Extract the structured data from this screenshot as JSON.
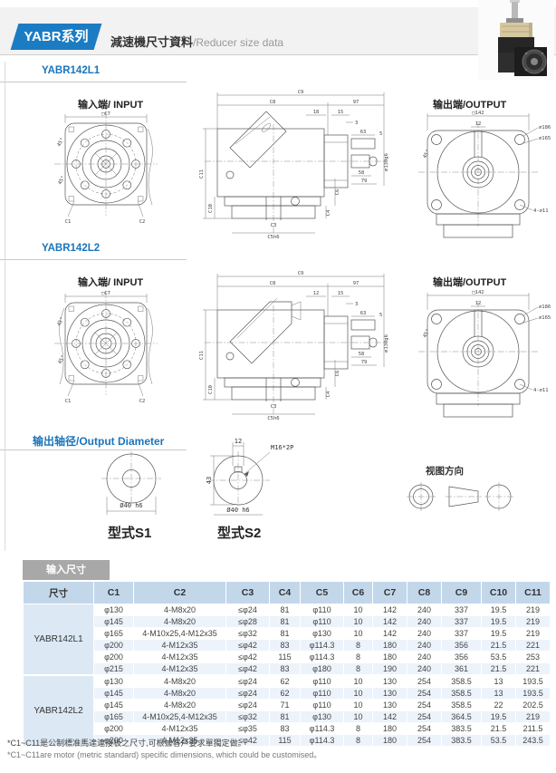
{
  "header": {
    "badge": "YABR系列",
    "title_zh": "減速機尺寸資料",
    "title_en": "/Reducer size data"
  },
  "sections": {
    "l1_title": "YABR142L1",
    "l2_title": "YABR142L2",
    "shaft_title": "输出轴径/Output Diameter"
  },
  "labels": {
    "input": "输入端/ INPUT",
    "output": "输出端/OUTPUT",
    "type_s1": "型式S1",
    "type_s2": "型式S2",
    "view_dir": "视图方向"
  },
  "dims": {
    "input_view": {
      "top": "□C7",
      "c1": "C1",
      "c2": "C2",
      "a45": "45°",
      "a45b": "45°"
    },
    "output_view": {
      "top": "□142",
      "slot": "12",
      "d186": "⌀186",
      "d165": "⌀165",
      "holes": "4-⌀11",
      "a45": "45°"
    },
    "side_l1": {
      "c9": "C9",
      "c8": "C8",
      "d97": "97",
      "s1": "18",
      "s2": "15",
      "s3": "3",
      "k63": "63",
      "k5": "5",
      "k58": "58",
      "k79": "79",
      "shaft": "⌀130g6",
      "c11": "C11",
      "c10": "C10",
      "c3": "C3",
      "c5": "C5h6",
      "c4": "C4",
      "c6": "C6"
    },
    "side_l2": {
      "c9": "C9",
      "c8": "C8",
      "d97": "97",
      "s1": "12",
      "s2": "15",
      "s3": "3",
      "k63": "63",
      "k5": "5",
      "k58": "58",
      "k79": "79",
      "shaft": "⌀130g6",
      "c11": "C11",
      "c10": "C10",
      "c3": "C3",
      "c5": "C5h6",
      "c4": "C4",
      "c6": "C6"
    },
    "s1": {
      "dia": "Ø40 h6"
    },
    "s2": {
      "dia": "Ø40 h6",
      "w": "12",
      "h": "43",
      "thread": "M16*2P"
    }
  },
  "table": {
    "tab": "输入尺寸",
    "headers": [
      "尺寸",
      "C1",
      "C2",
      "C3",
      "C4",
      "C5",
      "C6",
      "C7",
      "C8",
      "C9",
      "C10",
      "C11"
    ],
    "groups": [
      {
        "name": "YABR142L1",
        "rows": [
          [
            "φ130",
            "4-M8x20",
            "≤φ24",
            "81",
            "φ110",
            "10",
            "142",
            "240",
            "337",
            "19.5",
            "219"
          ],
          [
            "φ145",
            "4-M8x20",
            "≤φ28",
            "81",
            "φ110",
            "10",
            "142",
            "240",
            "337",
            "19.5",
            "219"
          ],
          [
            "φ165",
            "4-M10x25,4-M12x35",
            "≤φ32",
            "81",
            "φ130",
            "10",
            "142",
            "240",
            "337",
            "19.5",
            "219"
          ],
          [
            "φ200",
            "4-M12x35",
            "≤φ42",
            "83",
            "φ114.3",
            "8",
            "180",
            "240",
            "356",
            "21.5",
            "221"
          ],
          [
            "φ200",
            "4-M12x35",
            "≤φ42",
            "115",
            "φ114.3",
            "8",
            "180",
            "240",
            "356",
            "53.5",
            "253"
          ],
          [
            "φ215",
            "4-M12x35",
            "≤φ42",
            "83",
            "φ180",
            "8",
            "190",
            "240",
            "361",
            "21.5",
            "221"
          ]
        ]
      },
      {
        "name": "YABR142L2",
        "rows": [
          [
            "φ130",
            "4-M8x20",
            "≤φ24",
            "62",
            "φ110",
            "10",
            "130",
            "254",
            "358.5",
            "13",
            "193.5"
          ],
          [
            "φ145",
            "4-M8x20",
            "≤φ24",
            "62",
            "φ110",
            "10",
            "130",
            "254",
            "358.5",
            "13",
            "193.5"
          ],
          [
            "φ145",
            "4-M8x20",
            "≤φ24",
            "71",
            "φ110",
            "10",
            "130",
            "254",
            "358.5",
            "22",
            "202.5"
          ],
          [
            "φ165",
            "4-M10x25,4-M12x35",
            "≤φ32",
            "81",
            "φ130",
            "10",
            "142",
            "254",
            "364.5",
            "19.5",
            "219"
          ],
          [
            "φ200",
            "4-M12x35",
            "≤φ35",
            "83",
            "φ114.3",
            "8",
            "180",
            "254",
            "383.5",
            "21.5",
            "211.5"
          ],
          [
            "φ200",
            "4-M12x35",
            "≤φ42",
            "115",
            "φ114.3",
            "8",
            "180",
            "254",
            "383.5",
            "53.5",
            "243.5"
          ]
        ]
      }
    ]
  },
  "footnotes": {
    "zh": "*C1~C11是公制標准馬達連接板之尺寸,可根據客戶要求單獨定做。",
    "en": "*C1~C11are motor (metric standard) specific dimensions, which could be customised。"
  }
}
